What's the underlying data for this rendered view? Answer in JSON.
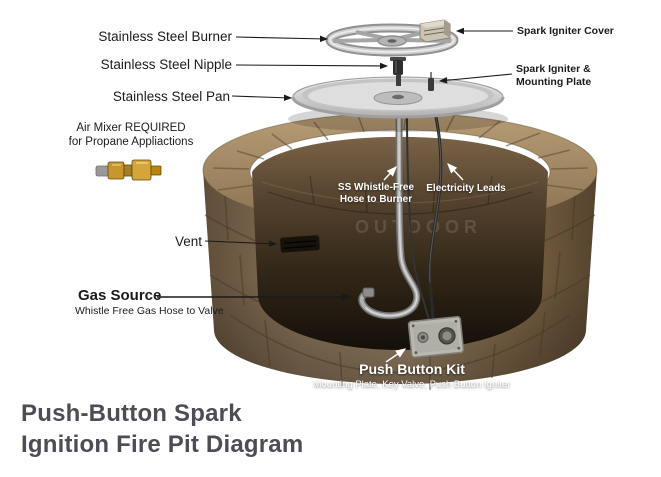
{
  "title": {
    "line1": "Push-Button Spark",
    "line2": "Ignition Fire Pit Diagram"
  },
  "labels": {
    "burner": "Stainless Steel Burner",
    "nipple": "Stainless Steel Nipple",
    "pan": "Stainless Steel Pan",
    "air_mixer": {
      "line1": "Air Mixer REQUIRED",
      "line2": "for Propane Appliactions"
    },
    "vent": "Vent",
    "gas_source": {
      "title": "Gas Source",
      "subtitle": "Whistle Free Gas Hose to Valve"
    },
    "spark_igniter_cover": "Spark Igniter Cover",
    "spark_igniter_plate": {
      "line1": "Spark Igniter &",
      "line2": "Mounting Plate"
    },
    "hose_to_burner": {
      "line1": "SS Whistle-Free",
      "line2": "Hose to Burner"
    },
    "electricity_leads": "Electricity Leads",
    "push_button_kit": {
      "title": "Push Button Kit",
      "subtitle": "Mounting Plate, Key Valve, Push Button Igniter"
    }
  },
  "watermark": "OUTDOOR",
  "colors": {
    "stone": "#8a7459",
    "stone_top": "#a98f68",
    "stone_dark": "#584630",
    "interior_dark": "#17110b",
    "steel": "#c9c9c9",
    "brass": "#c9962e",
    "title_text": "#4d4d55",
    "label_text": "#1b1b1b",
    "white_text": "#ffffff"
  }
}
